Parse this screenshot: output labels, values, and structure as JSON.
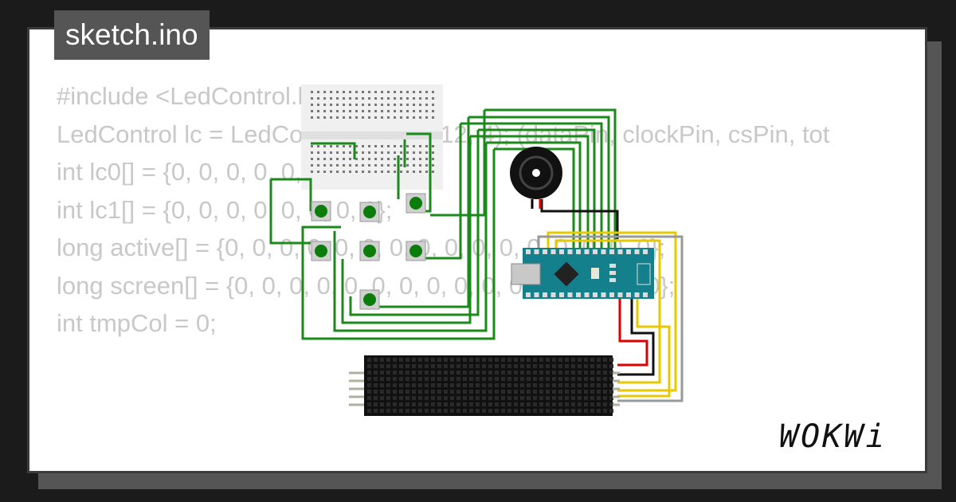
{
  "title": "sketch.ino",
  "logo": "WOKWi",
  "code_lines": [
    "#include <LedControl.h>",
    "",
    "LedControl lc = LedControl(11, 10, 12, 4); (dataPin, clockPin, csPin, tot",
    "",
    "int lc0[] = {0, 0, 0, 0, 0, 0, 0, 0};",
    "int lc1[] = {0, 0, 0, 0, 0, 0, 0, 0};",
    "long active[] = {0, 0, 0, 0, 0, 0, 0, 0, 0, 0, 0, 0, 0, 0, 0, 0};",
    "long screen[] = {0, 0, 0, 0, 0, 0, 0, 0, 0, 0, 0, 0, 0, 0, 0, 0};",
    "int tmpCol = 0;"
  ],
  "colors": {
    "background": "#1b1b1b",
    "card": "#ffffff",
    "code_text": "#c8c8c8",
    "wire_green": "#1a8a1a",
    "wire_yellow": "#e8c800",
    "wire_gray": "#999999",
    "wire_red": "#e00000",
    "board": "#14808c",
    "matrix": "#111111"
  }
}
